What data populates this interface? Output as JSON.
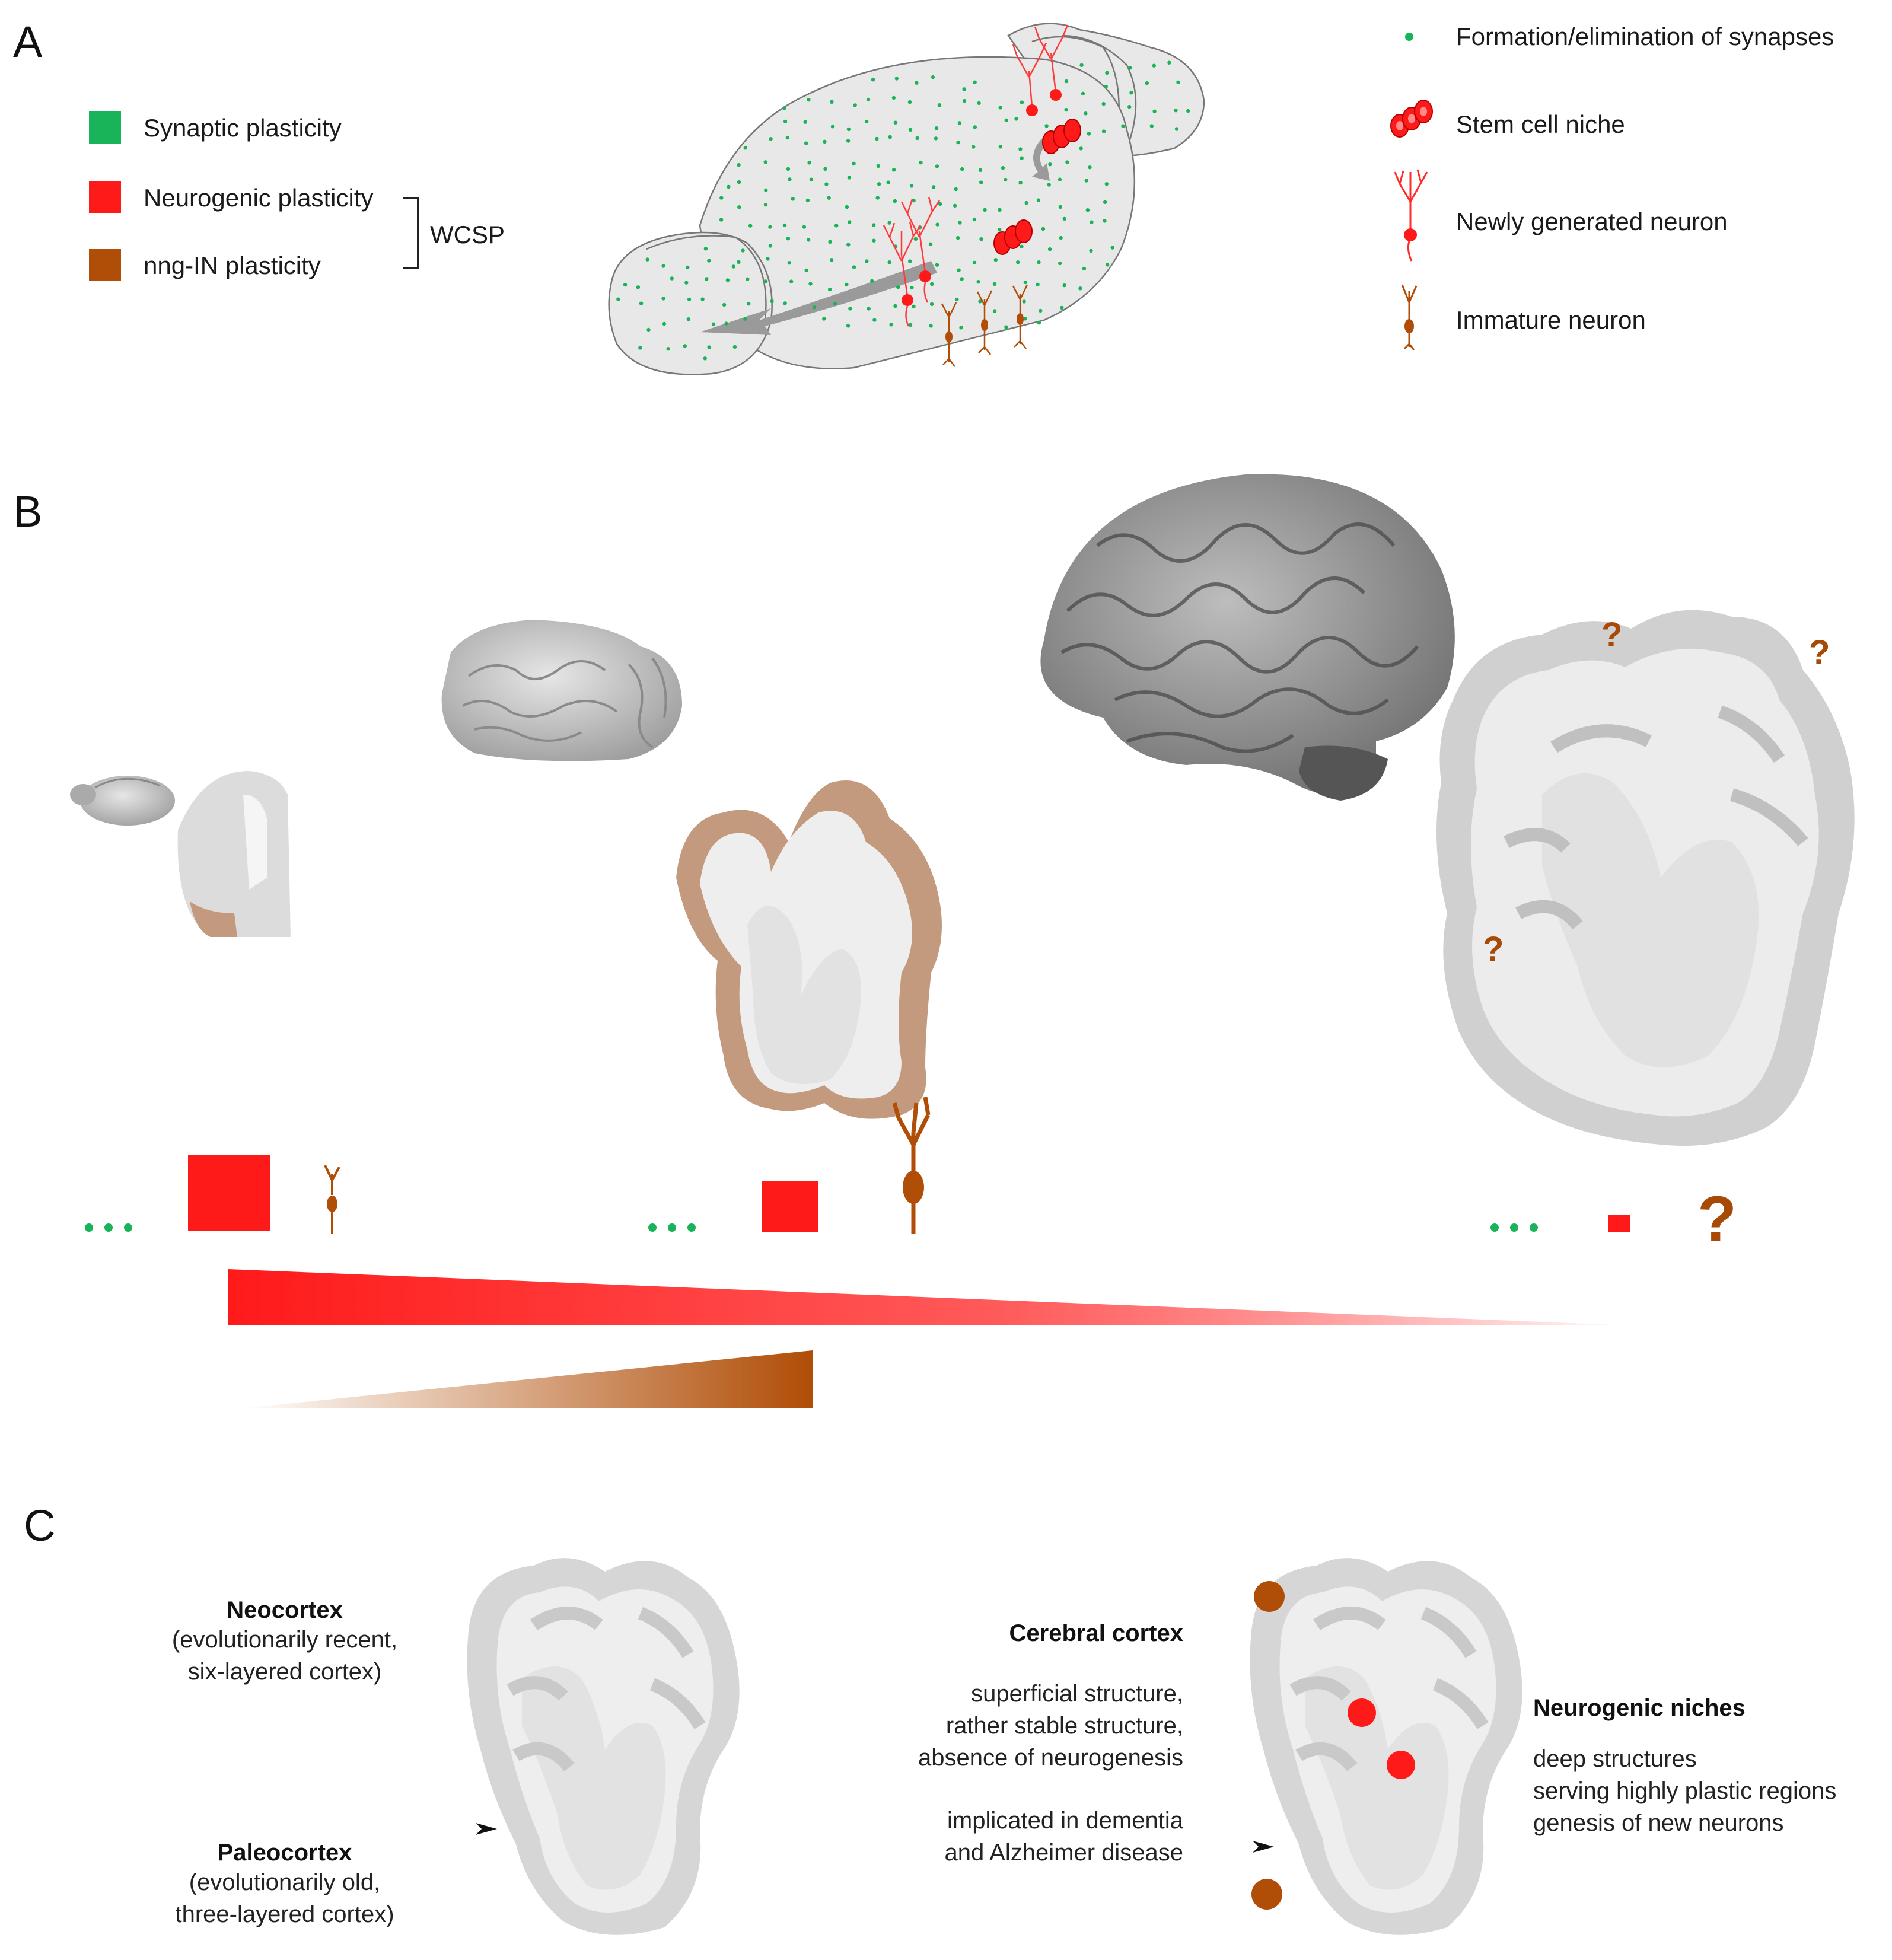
{
  "panels": {
    "a": "A",
    "b": "B",
    "c": "C"
  },
  "colors": {
    "synaptic": "#19b35a",
    "neurogenic": "#ff1a1a",
    "nng": "#b04d06",
    "brain_fill": "#e8e8e8",
    "cortex_grey": "#c9c9c9",
    "cortex_brown": "#c49a7e"
  },
  "legend_left": [
    {
      "label": "Synaptic plasticity",
      "color": "#19b35a"
    },
    {
      "label": "Neurogenic plasticity",
      "color": "#ff1a1a"
    },
    {
      "label": "nng-IN plasticity",
      "color": "#b04d06"
    }
  ],
  "bracket_label": "WCSP",
  "legend_right": [
    {
      "label": "Formation/elimination of synapses",
      "icon": "green-dot-icon"
    },
    {
      "label": "Stem cell niche",
      "icon": "stem-cell-cluster-icon"
    },
    {
      "label": "Newly generated neuron",
      "icon": "red-neuron-icon"
    },
    {
      "label": "Immature neuron",
      "icon": "brown-neuron-icon"
    }
  ],
  "panel_b": {
    "question": "?",
    "columns": [
      {
        "species_brain": "mouse",
        "neurogenic_level": "large",
        "nng_level": "small"
      },
      {
        "species_brain": "sheep",
        "neurogenic_level": "medium",
        "nng_level": "large"
      },
      {
        "species_brain": "human",
        "neurogenic_level": "tiny",
        "nng_level": "unknown"
      }
    ]
  },
  "panel_c": {
    "neocortex_title": "Neocortex",
    "neocortex_desc1": "(evolutionarily recent,",
    "neocortex_desc2": "six-layered cortex)",
    "paleocortex_title": "Paleocortex",
    "paleocortex_desc1": "(evolutionarily old,",
    "paleocortex_desc2": "three-layered cortex)",
    "cerebral_title": "Cerebral cortex",
    "cerebral_l1": "superficial structure,",
    "cerebral_l2": "rather stable structure,",
    "cerebral_l3": "absence of neurogenesis",
    "cerebral_l4": "implicated in dementia",
    "cerebral_l5": "and Alzheimer disease",
    "niches_title": "Neurogenic niches",
    "niches_l1": "deep structures",
    "niches_l2": "serving highly plastic regions",
    "niches_l3": "genesis of new neurons"
  }
}
